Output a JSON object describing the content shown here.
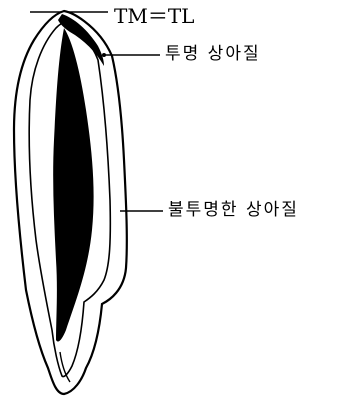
{
  "labels": {
    "tm_tl": "TM＝TL",
    "translucent_enamel": "투명 상아질",
    "opaque_enamel": "불투명한 상아질"
  },
  "colors": {
    "ink": "#000000",
    "background": "#ffffff"
  }
}
